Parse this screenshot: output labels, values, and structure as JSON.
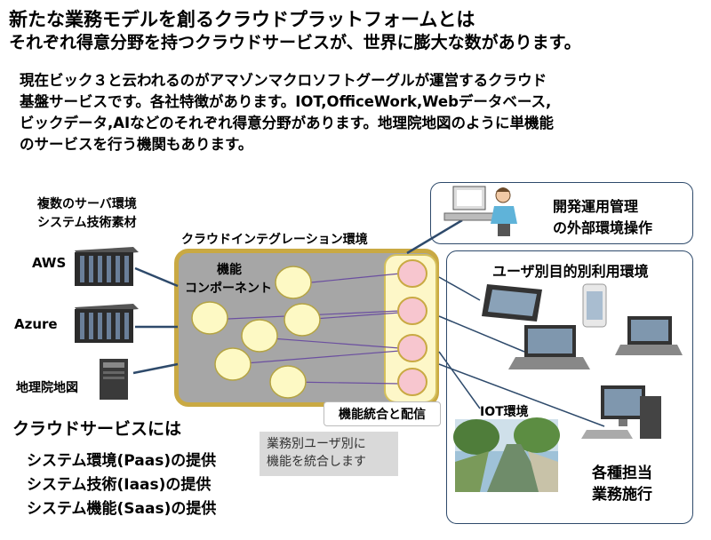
{
  "title": {
    "line1": "新たな業務モデルを創るクラウドプラットフォームとは",
    "line2": "それぞれ得意分野を持つクラウドサービスが、世界に膨大な数があります。"
  },
  "intro": {
    "lines": [
      "現在ビック３と云われるのがアマゾンマクロソフトグーグルが運営するクラウド",
      "基盤サービスです。各社特徴があります。IOT,OfficeWork,Webデータベース,",
      "ビックデータ,AIなどのそれぞれ得意分野があります。地理院地図のように単機能",
      "のサービスを行う機関もあります。"
    ]
  },
  "servers": {
    "heading_line1": "複数のサーバ環境",
    "heading_line2": "システム技術素材",
    "items": [
      "AWS",
      "Azure",
      "地理院地図"
    ]
  },
  "integration": {
    "heading": "クラウドインテグレーション環境",
    "component_line1": "機能",
    "component_line2": "コンポーネント",
    "integrate_label": "機能統合と配信",
    "note_line1": "業務別ユーザ別に",
    "note_line2": "機能を統合します"
  },
  "dev_ops": {
    "line1": "開発運用管理",
    "line2": "の外部環境操作"
  },
  "user_env": {
    "heading": "ユーザ別目的別利用環境",
    "iot_label": "IOT環境",
    "business_line1": "各種担当",
    "business_line2": "業務施行"
  },
  "cloud_services": {
    "heading": "クラウドサービスには",
    "items": [
      "システム環境(Paas)の提供",
      "システム技術(Iaas)の提供",
      "システム機能(Saas)の提供"
    ]
  },
  "colors": {
    "accent_line": "#2e4a6b",
    "cloud_border": "#c9a943",
    "cloud_fill": "#a6a6a6",
    "component_fill": "#fdf9c4",
    "output_fill": "#f7c6cf",
    "connector": "#6b4fa0"
  }
}
